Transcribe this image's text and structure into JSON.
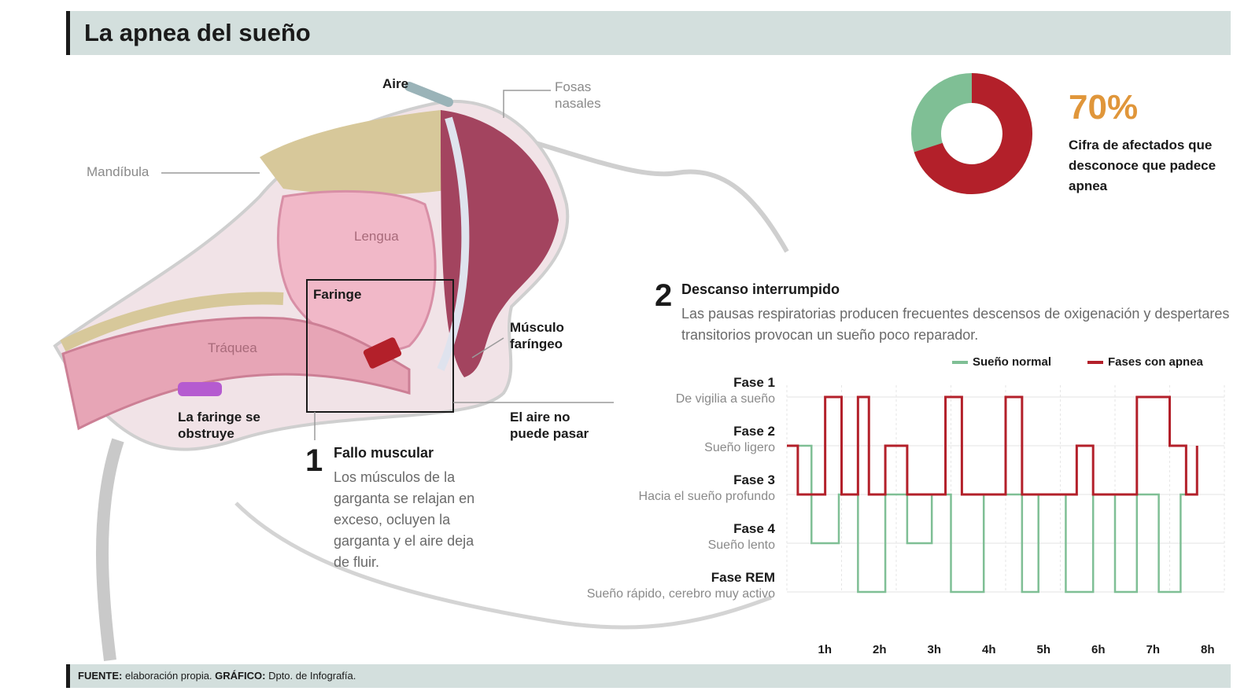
{
  "title": "La apnea del sueño",
  "labels": {
    "aire": "Aire",
    "fosas": "Fosas nasales",
    "mandibula": "Mandíbula",
    "lengua": "Lengua",
    "faringe": "Faringe",
    "musculo": "Músculo faríngeo",
    "traquea": "Tráquea",
    "faringe_obstruye": "La faringe se obstruye",
    "aire_no_pasar": "El aire no puede pasar"
  },
  "section1": {
    "num": "1",
    "title": "Fallo muscular",
    "text": "Los músculos de la garganta se relajan en exceso, ocluyen la garganta y el aire deja de fluir."
  },
  "section2": {
    "num": "2",
    "title": "Descanso interrumpido",
    "text": "Las pausas respiratorias producen frecuentes descensos de oxigenación y despertares transitorios provocan un sueño poco reparador."
  },
  "stat": {
    "value": "70%",
    "text": "Cifra de afectados que desconoce que padece apnea",
    "fraction": 0.7,
    "color_main": "#b3202a",
    "color_rest": "#7fbf95"
  },
  "chart_data": {
    "type": "line",
    "title": "",
    "x_ticks": [
      "1h",
      "2h",
      "3h",
      "4h",
      "5h",
      "6h",
      "7h",
      "8h"
    ],
    "phases": [
      {
        "name": "Fase 1",
        "desc": "De vigilia a sueño"
      },
      {
        "name": "Fase 2",
        "desc": "Sueño ligero"
      },
      {
        "name": "Fase 3",
        "desc": "Hacia el sueño profundo"
      },
      {
        "name": "Fase 4",
        "desc": "Sueño lento"
      },
      {
        "name": "Fase REM",
        "desc": "Sueño rápido, cerebro muy activo"
      }
    ],
    "series": [
      {
        "name": "Sueño normal",
        "color": "#7fbf95",
        "points": [
          [
            0,
            1
          ],
          [
            0.45,
            3
          ],
          [
            0.95,
            2
          ],
          [
            1.3,
            4
          ],
          [
            1.8,
            2
          ],
          [
            2.2,
            3
          ],
          [
            2.65,
            2
          ],
          [
            3.0,
            4
          ],
          [
            3.6,
            2
          ],
          [
            3.9,
            2
          ],
          [
            4.3,
            4
          ],
          [
            4.6,
            2
          ],
          [
            5.1,
            4
          ],
          [
            5.6,
            2
          ],
          [
            6.0,
            4
          ],
          [
            6.4,
            2
          ],
          [
            6.8,
            4
          ],
          [
            7.2,
            2
          ],
          [
            7.5,
            2
          ]
        ]
      },
      {
        "name": "Fases con apnea",
        "color": "#b3202a",
        "points": [
          [
            0,
            1
          ],
          [
            0.2,
            2
          ],
          [
            0.5,
            2
          ],
          [
            0.7,
            0
          ],
          [
            1.0,
            2
          ],
          [
            1.3,
            0
          ],
          [
            1.5,
            2
          ],
          [
            1.8,
            1
          ],
          [
            2.2,
            2
          ],
          [
            2.6,
            2
          ],
          [
            2.9,
            0
          ],
          [
            3.2,
            2
          ],
          [
            3.6,
            2
          ],
          [
            4.0,
            0
          ],
          [
            4.3,
            2
          ],
          [
            4.8,
            2
          ],
          [
            5.3,
            1
          ],
          [
            5.6,
            2
          ],
          [
            6.0,
            2
          ],
          [
            6.4,
            0
          ],
          [
            6.8,
            0
          ],
          [
            7.0,
            1
          ],
          [
            7.3,
            2
          ],
          [
            7.5,
            1
          ]
        ]
      }
    ]
  },
  "footer": {
    "fuente_label": "FUENTE:",
    "fuente": "elaboración propia.",
    "grafico_label": "GRÁFICO:",
    "grafico": "Dpto. de Infografía."
  }
}
